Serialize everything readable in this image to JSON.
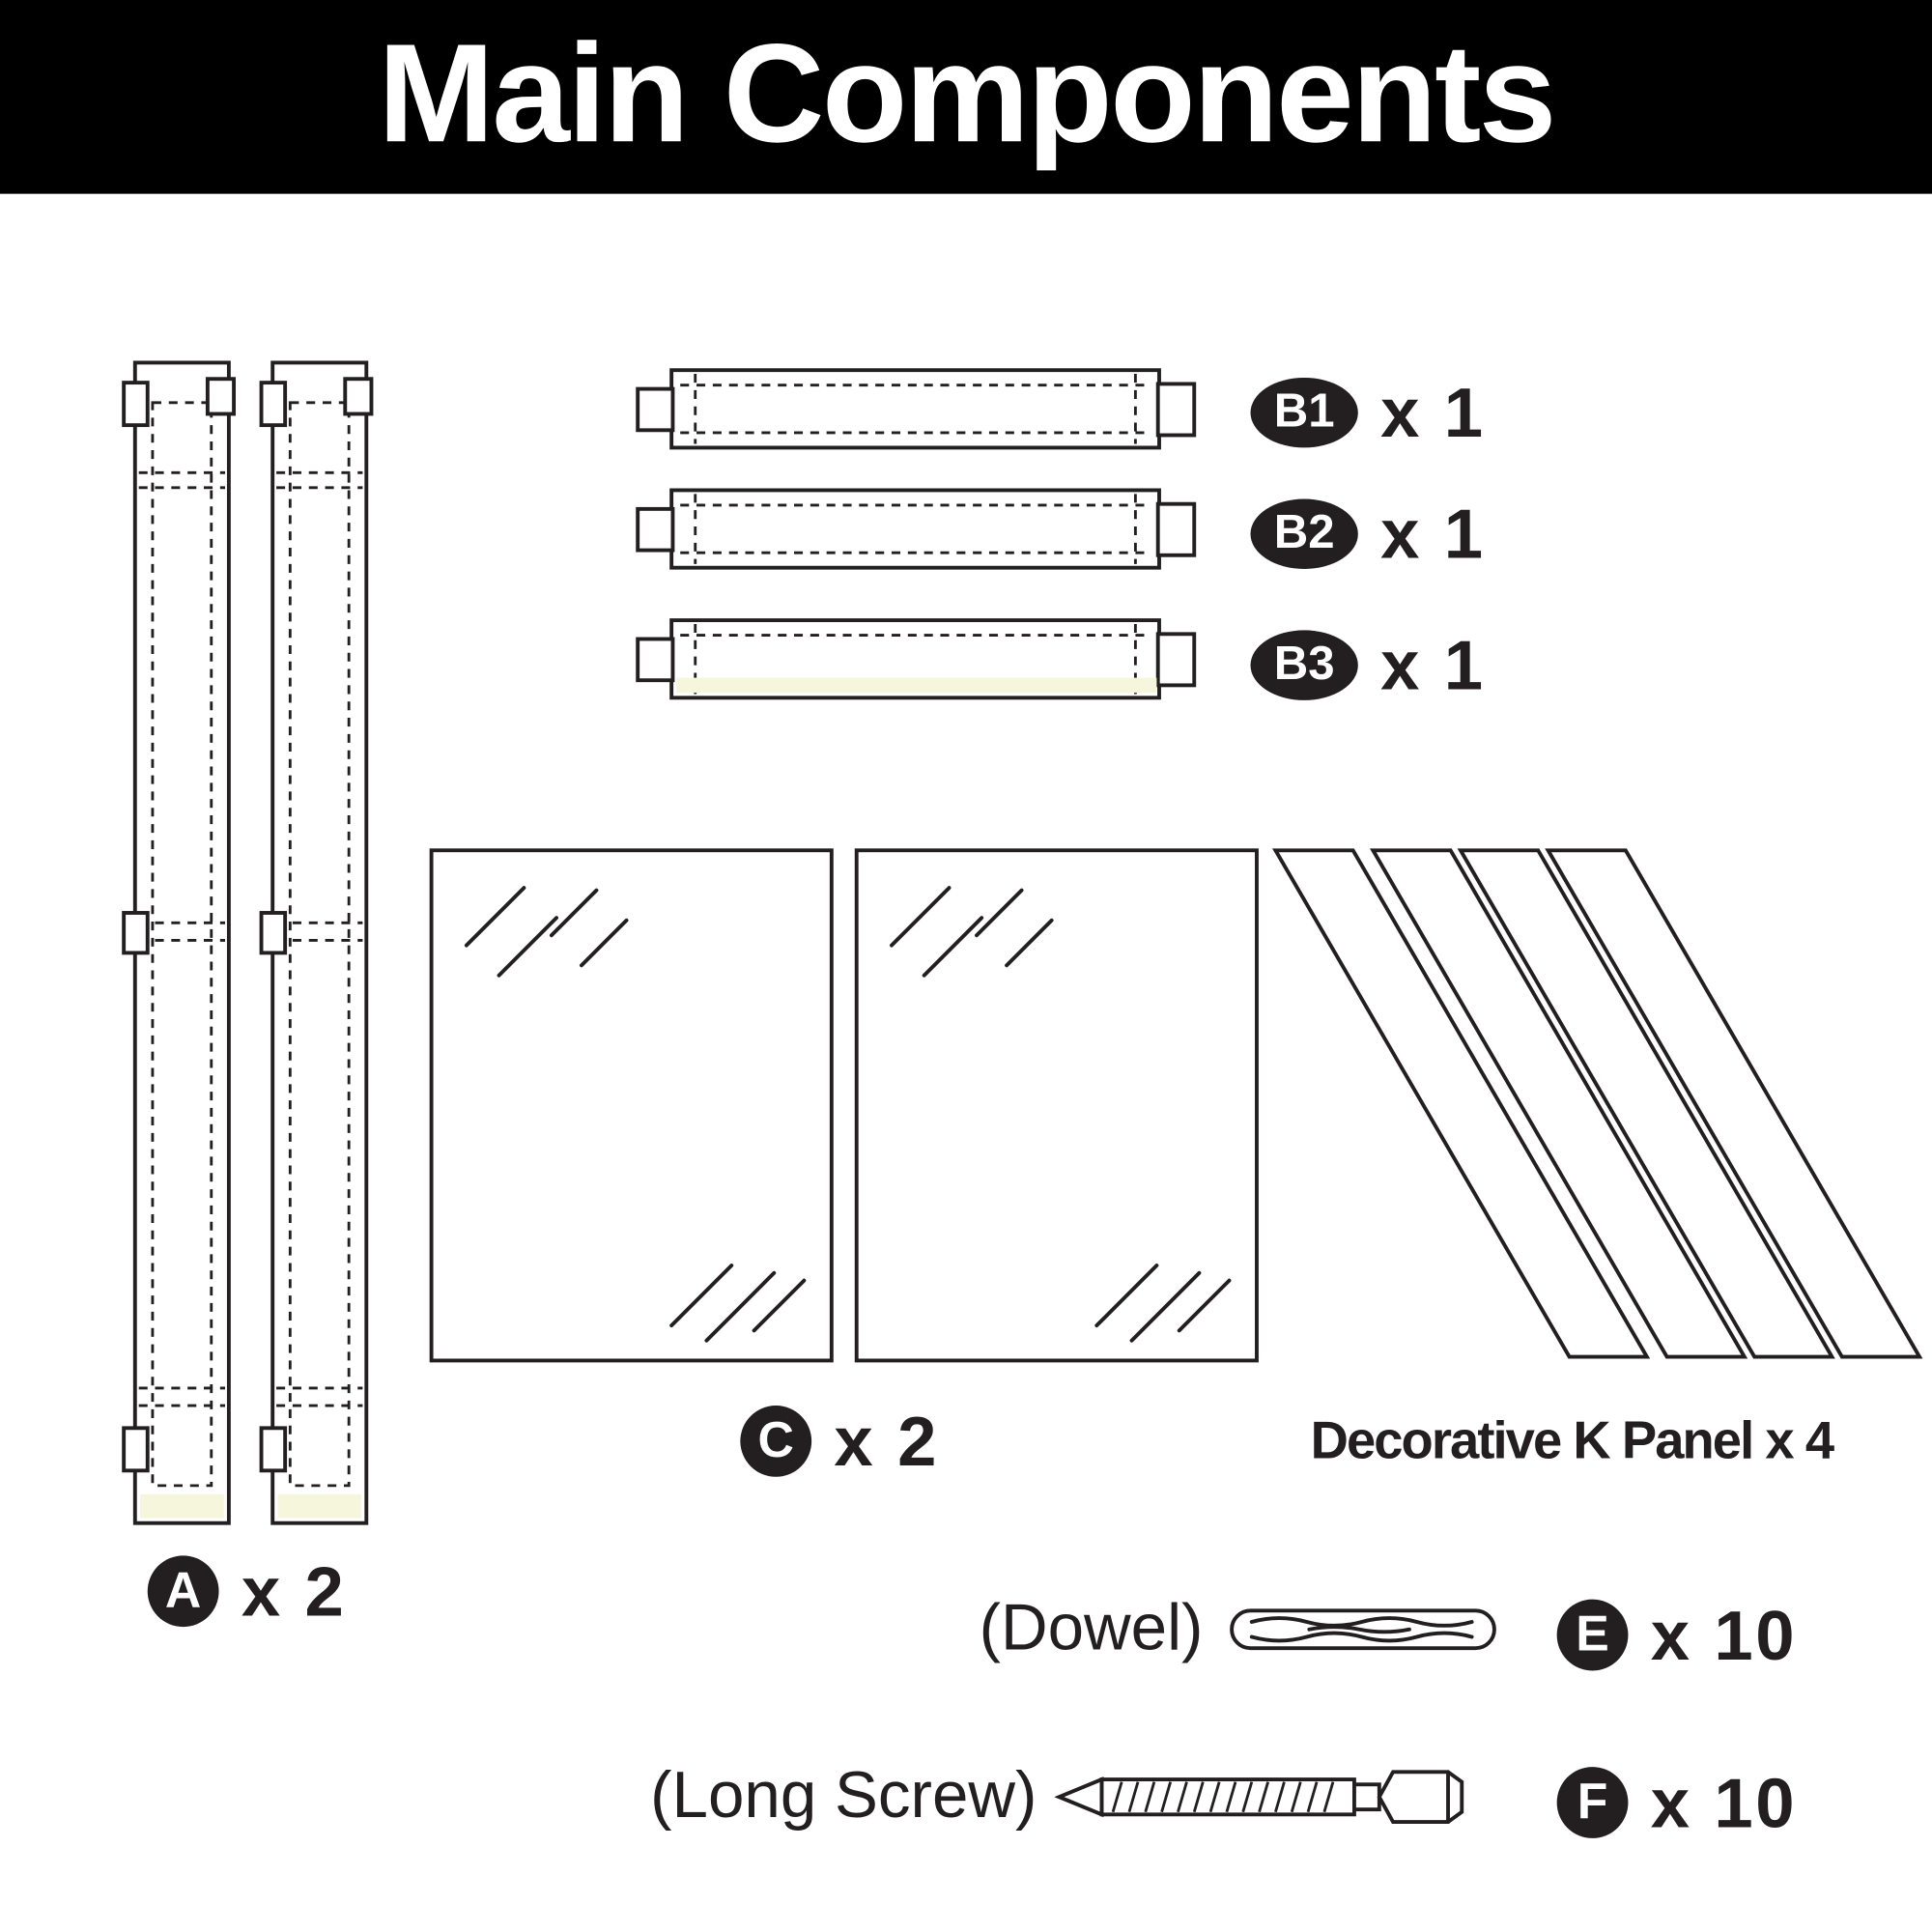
{
  "header": {
    "title": "Main Components"
  },
  "parts": {
    "a": {
      "badge": "A",
      "qty": "x 2"
    },
    "b1": {
      "badge": "B1",
      "qty": "x 1"
    },
    "b2": {
      "badge": "B2",
      "qty": "x 1"
    },
    "b3": {
      "badge": "B3",
      "qty": "x 1"
    },
    "c": {
      "badge": "C",
      "qty": "x 2"
    },
    "k": {
      "label": "Decorative K Panel x 4"
    },
    "e": {
      "badge": "E",
      "qty": "x 10",
      "caption": "(Dowel)"
    },
    "f": {
      "badge": "F",
      "qty": "x 10",
      "caption": "(Long Screw)"
    }
  },
  "colors": {
    "page_bg": "#ffffff",
    "header_bg": "#000000",
    "title_text": "#ffffff",
    "ink": "#231f20",
    "cream": "#f6f6dd"
  }
}
